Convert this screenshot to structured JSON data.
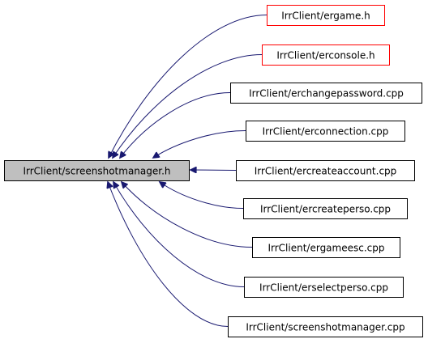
{
  "diagram": {
    "type": "include-dependency-graph",
    "colors": {
      "background": "#ffffff",
      "source_fill": "#bfbfbf",
      "box_border": "#000000",
      "undocumented_border": "#ff0000",
      "edge": "#191970",
      "text": "#000000"
    },
    "source": {
      "id": "screenshotmanager-h",
      "label": "IrrClient/screenshotmanager.h"
    },
    "targets": [
      {
        "id": "ergame-h",
        "label": "IrrClient/ergame.h",
        "border": "red"
      },
      {
        "id": "erconsole-h",
        "label": "IrrClient/erconsole.h",
        "border": "red"
      },
      {
        "id": "erchangepassword-cpp",
        "label": "IrrClient/erchangepassword.cpp",
        "border": "black"
      },
      {
        "id": "erconnection-cpp",
        "label": "IrrClient/erconnection.cpp",
        "border": "black"
      },
      {
        "id": "ercreateaccount-cpp",
        "label": "IrrClient/ercreateaccount.cpp",
        "border": "black"
      },
      {
        "id": "ercreateperso-cpp",
        "label": "IrrClient/ercreateperso.cpp",
        "border": "black"
      },
      {
        "id": "ergameesc-cpp",
        "label": "IrrClient/ergameesc.cpp",
        "border": "black"
      },
      {
        "id": "erselectperso-cpp",
        "label": "IrrClient/erselectperso.cpp",
        "border": "black"
      },
      {
        "id": "screenshotmanager-cpp",
        "label": "IrrClient/screenshotmanager.cpp",
        "border": "black"
      }
    ]
  }
}
